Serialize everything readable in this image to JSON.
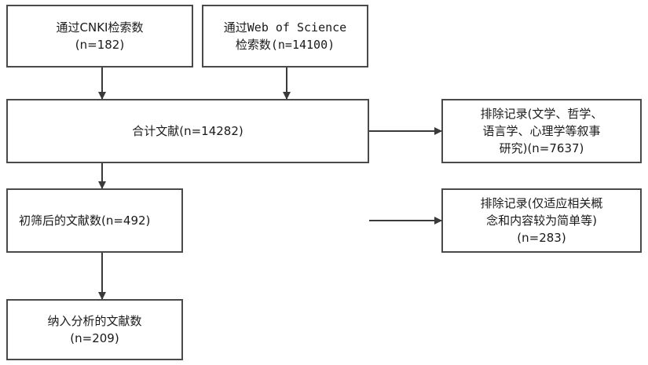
{
  "boxes": {
    "cnki": {
      "line1": "通过CNKI检索数",
      "line2": "(n=182)"
    },
    "wos": {
      "line1": "通过Web of Science",
      "line2": "检索数(n=14100)"
    },
    "total": {
      "line1": "合计文献(n=14282)"
    },
    "screened": {
      "line1": "初筛后的文献数(n=492)"
    },
    "included": {
      "line1": "纳入分析的文献数",
      "line2": "(n=209)"
    },
    "excluded1": {
      "line1": "排除记录(文学、哲学、",
      "line2": "语言学、心理学等叙事",
      "line3": "研究)(n=7637)"
    },
    "excluded2": {
      "line1": "排除记录(仅适应相关概",
      "line2": "念和内容较为简单等)",
      "line3": "(n=283)"
    }
  },
  "colors": {
    "border": "#4a4a4a",
    "arrow": "#3a3a3a",
    "text": "#1a1a1a"
  }
}
